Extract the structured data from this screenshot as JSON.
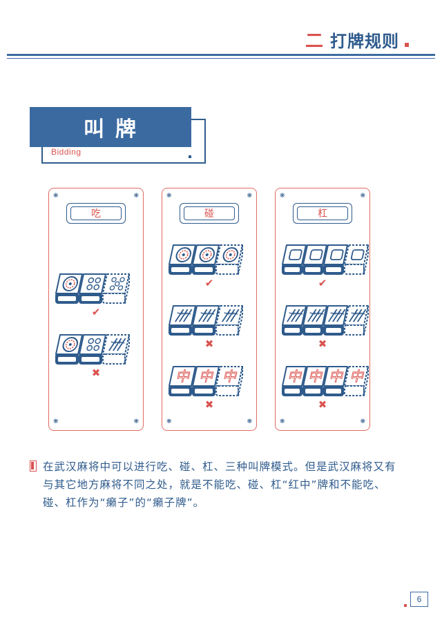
{
  "header": {
    "section_number": "二",
    "section_title": "打牌规则"
  },
  "banner": {
    "title": "叫牌",
    "subtitle": "Bidding"
  },
  "cards": [
    {
      "label": "吃",
      "rows": [
        {
          "tiles": [
            "circle-1",
            "circle-4",
            "circle-5-dashed"
          ],
          "result": "check"
        },
        {
          "tiles": [
            "circle-1",
            "circle-4",
            "bamboo-dashed"
          ],
          "result": "cross"
        }
      ]
    },
    {
      "label": "碰",
      "rows": [
        {
          "tiles": [
            "circle-1",
            "circle-1",
            "circle-1-dashed"
          ],
          "result": "check"
        },
        {
          "tiles": [
            "bamboo",
            "bamboo",
            "bamboo-dashed"
          ],
          "result": "cross"
        },
        {
          "tiles": [
            "zhong",
            "zhong",
            "zhong-dashed"
          ],
          "result": "cross"
        }
      ]
    },
    {
      "label": "杠",
      "rows": [
        {
          "tiles": [
            "blank",
            "blank",
            "blank",
            "blank-dashed"
          ],
          "result": "check"
        },
        {
          "tiles": [
            "bamboo",
            "bamboo",
            "bamboo",
            "bamboo-dashed"
          ],
          "result": "cross"
        },
        {
          "tiles": [
            "zhong",
            "zhong",
            "zhong",
            "zhong-dashed"
          ],
          "result": "cross"
        }
      ]
    }
  ],
  "icons": {
    "corner": "snowflake-icon",
    "check": "check-icon",
    "cross": "cross-icon",
    "zhong_char": "中"
  },
  "colors": {
    "primary_blue": "#3b6aa0",
    "dark_blue": "#2f5b8c",
    "accent_red": "#d9534f"
  },
  "paragraph": "在武汉麻将中可以进行吃、碰、杠、三种叫牌模式。但是武汉麻将又有与其它地方麻将不同之处，就是不能吃、碰、杠“红中”牌和不能吃、碰、杠作为“癞子”的“癞子牌”。",
  "page": {
    "number": "6"
  }
}
